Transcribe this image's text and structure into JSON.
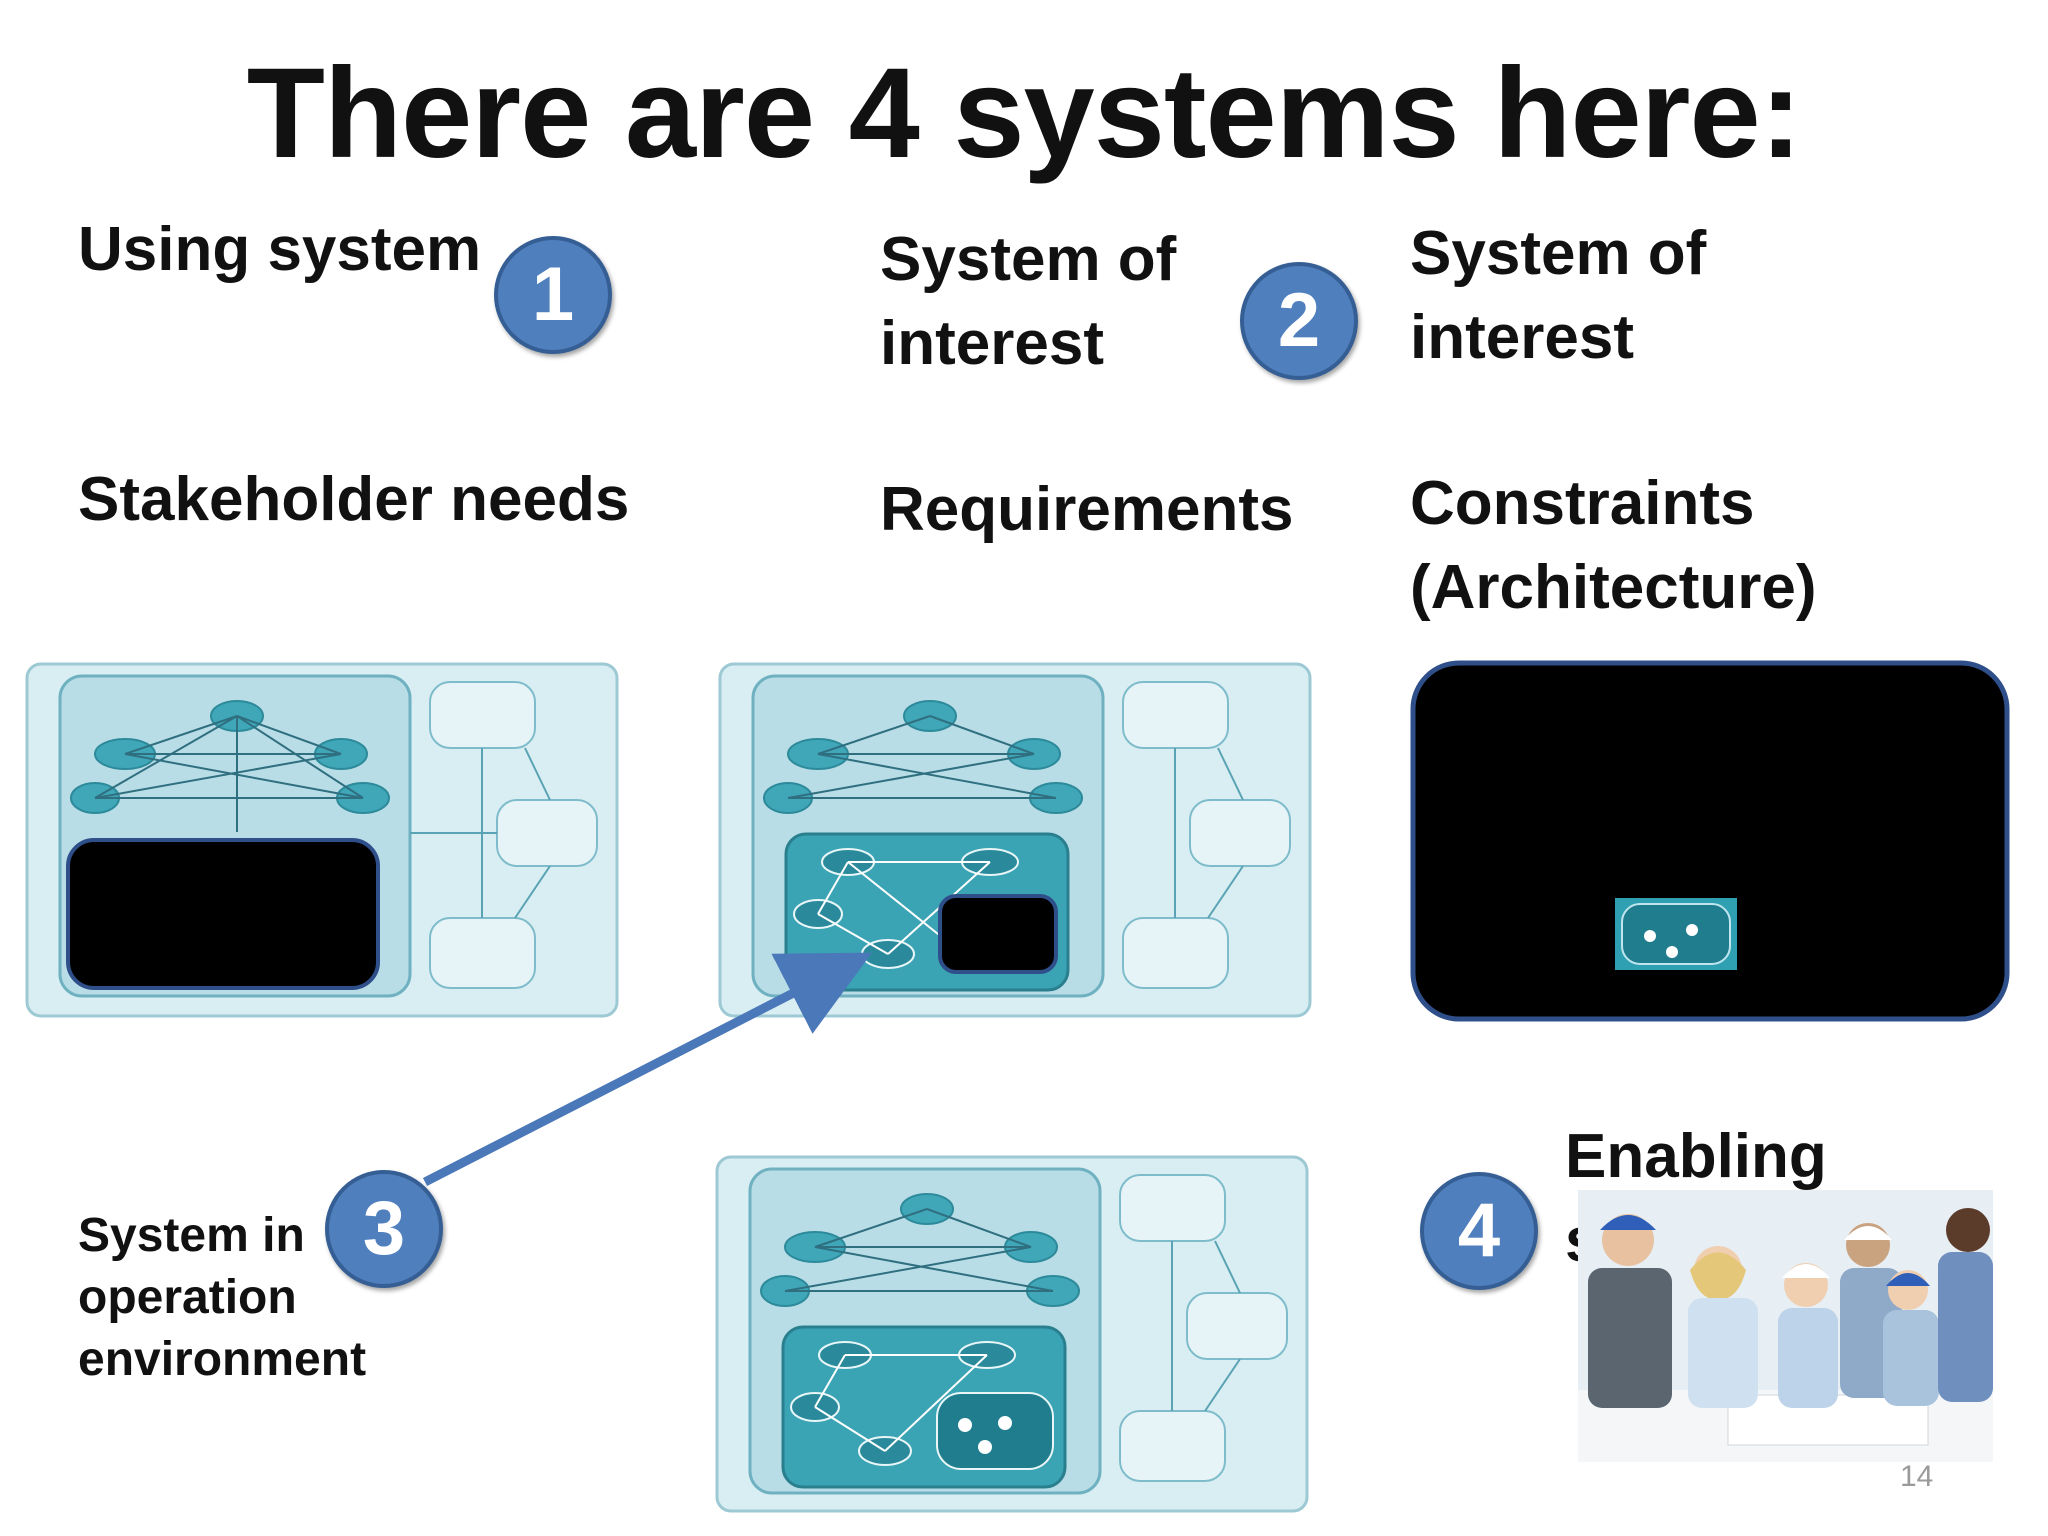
{
  "slide": {
    "title": "There are 4 systems here:",
    "page_number": "14"
  },
  "labels": {
    "using_system": "Using system",
    "system_of_interest_1": [
      "System of",
      "interest"
    ],
    "system_of_interest_2": [
      "System of",
      "interest"
    ],
    "stakeholder_needs": "Stakeholder needs",
    "requirements": "Requirements",
    "constraints": [
      "Constraints",
      "(Architecture)"
    ],
    "system_in_operation": [
      "System in",
      "operation",
      "environment"
    ],
    "enabling_system": "Enabling system"
  },
  "badges": [
    "1",
    "2",
    "3",
    "4"
  ],
  "colors": {
    "badge_fill": "#4f7fbd",
    "badge_stroke": "#355f94",
    "arrow": "#4a78b8",
    "diagram_bg": "#d9eef2",
    "diagram_inner": "#b8dde6",
    "node": "#3fa7b8"
  }
}
